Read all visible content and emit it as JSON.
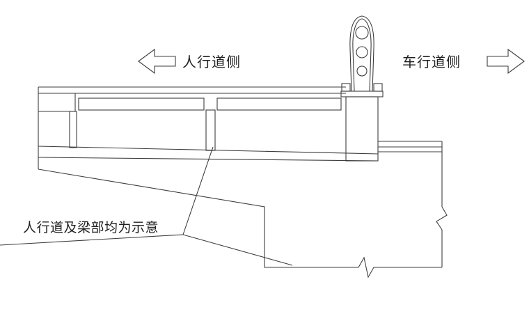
{
  "page": {
    "background": "#ffffff",
    "line_color": "#3d3d3d"
  },
  "labels": {
    "pedestrian_side": "人行道侧",
    "vehicle_side": "车行道侧",
    "annotation_note": "人行道及梁部均为示意"
  },
  "icons": {
    "left_arrow": "hollow-direction-arrow-left",
    "right_arrow": "hollow-direction-arrow-right"
  }
}
